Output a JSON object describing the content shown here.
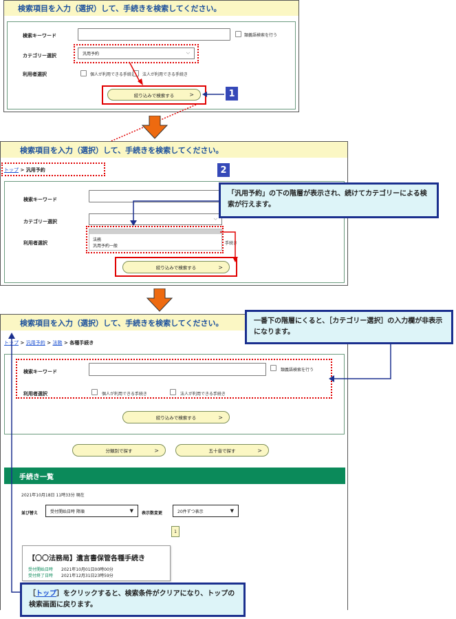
{
  "screen1": {
    "header": "検索項目を入力（選択）して、手続きを検索してください。",
    "keyword_label": "検索キーワード",
    "synonym_label": "類義語検索を行う",
    "category_label": "カテゴリー選択",
    "category_value": "汎用予約",
    "user_label": "利用者選択",
    "user_individual": "個人が利用できる手続き",
    "user_corporate": "法人が利用できる手続き",
    "search_button": "絞り込みで検索する",
    "badge": "1"
  },
  "screen2": {
    "header": "検索項目を入力（選択）して、手続きを検索してください。",
    "breadcrumb_top": "トップ",
    "breadcrumb_sep": ">",
    "breadcrumb_current": "汎用予約",
    "keyword_label": "検索キーワード",
    "category_label": "カテゴリー選択",
    "user_label": "利用者選択",
    "options": [
      "法務",
      "汎用予約一般"
    ],
    "hidden_text": "手続き",
    "search_button": "絞り込みで検索する",
    "badge": "2",
    "callout": "「汎用予約」の下の階層が表示され、続けてカテゴリーによる検索が行えます。"
  },
  "screen3": {
    "header": "検索項目を入力（選択）して、手続きを検索してください。",
    "breadcrumb": [
      "トップ",
      "汎用予約",
      "法務",
      "各種手続き"
    ],
    "breadcrumb_sep": ">",
    "keyword_label": "検索キーワード",
    "synonym_label": "類義語検索を行う",
    "user_label": "利用者選択",
    "user_individual": "個人が利用できる手続き",
    "user_corporate": "法人が利用できる手続き",
    "search_button": "絞り込みで検索する",
    "by_category_button": "分類別で探す",
    "by_kana_button": "五十音で探す",
    "list_title": "手続き一覧",
    "timestamp": "2021年10月18日 11時33分 現在",
    "sort_label": "並び替え",
    "sort_value": "受付開始日時 降順",
    "count_label": "表示数変更",
    "count_value": "20件ずつ表示",
    "page_number": "1",
    "card_title": "【〇〇法務局】遺言書保管各種手続き",
    "card_start_label": "受付開始日時",
    "card_start_value": "2021年10月01日00時00分",
    "card_end_label": "受付終了日時",
    "card_end_value": "2021年12月31日23時59分",
    "callout_top": "一番下の階層にくると、［カテゴリー選択］の入力欄が非表示になります。",
    "callout_bottom_pre": "［",
    "callout_bottom_link": "トップ",
    "callout_bottom_post": "］をクリックすると、検索条件がクリアになり、トップの検索画面に戻ります。"
  },
  "icons": {
    "chevron": "chevron-right-icon",
    "down_arrow": "orange-down-arrow-icon"
  },
  "colors": {
    "header_bg": "#fbf7c4",
    "header_text": "#1a4f9c",
    "green": "#0b8a5a",
    "callout_bg": "#ddf4f8",
    "callout_border": "#1a2f8e",
    "red": "#e00000",
    "arrow": "#ee6a10"
  }
}
